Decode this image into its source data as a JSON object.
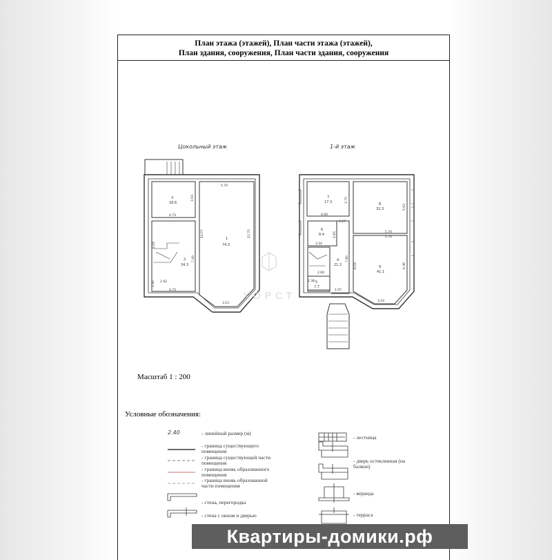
{
  "header": {
    "line1": "План этажа (этажей), План части этажа (этажей),",
    "line2": "План здания, сооружения, План части здания, сооружения"
  },
  "plans": {
    "basement": {
      "title": "Цокольный этаж",
      "rooms": [
        {
          "num": "1",
          "area": "74.3"
        },
        {
          "num": "2",
          "area": "34.3"
        },
        {
          "num": "3",
          "area": "18.6"
        }
      ],
      "dims": [
        "5.70",
        "12.07",
        "12.70",
        "3.93",
        "4.73",
        "5.09",
        "7.49",
        "2.92",
        "1.40",
        "4.73",
        "3.15"
      ]
    },
    "first": {
      "title": "1-й этаж",
      "rooms": [
        {
          "num": "7",
          "area": "17.3"
        },
        {
          "num": "8",
          "area": "32.3"
        },
        {
          "num": "6",
          "area": "8.4"
        },
        {
          "num": "4",
          "area": "21.2"
        },
        {
          "num": "9",
          "area": "41.1"
        },
        {
          "num": "5",
          "area": "7.7"
        }
      ],
      "dims": [
        "3.75",
        "4.60",
        "1.27",
        "5.63",
        "5.74",
        "5.74",
        "2.65",
        "3.16",
        "7.80",
        "6.04",
        "6.36",
        "2.60",
        "1.97",
        "3.19",
        "2.38"
      ]
    }
  },
  "watermark": "ХОРСТ",
  "scale": "Масштаб 1 : 200",
  "legend": {
    "title": "Условные обозначения:",
    "sample_dim": "2.40",
    "left": [
      "- линейный размер (м)",
      "- граница существующего помещения",
      "- граница существующей части помещения",
      "- граница вновь образованного помещения",
      "- граница вновь образованной части помещения",
      "- стена, перегородка",
      "- стена с окном и дверью"
    ],
    "right": [
      "- лестница",
      "- дверь остекленная (на балкон)",
      "- веранда",
      "- терраса"
    ]
  },
  "banner": "Квартиры-домики.рф"
}
